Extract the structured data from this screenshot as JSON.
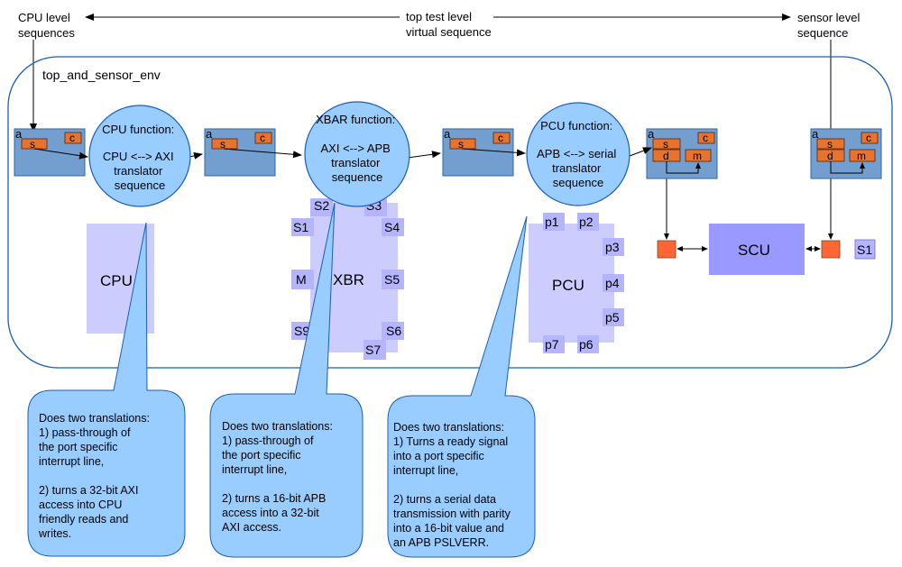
{
  "header": {
    "cpu_level": [
      "CPU level",
      "sequences"
    ],
    "top_level": [
      "top test level",
      "virtual  sequence"
    ],
    "sensor_level": [
      "sensor level",
      "sequence"
    ]
  },
  "env_label": "top_and_sensor_env",
  "agent_labels": {
    "a": "a",
    "s": "s",
    "c": "c",
    "d": "d",
    "m": "m"
  },
  "functions": {
    "cpu": [
      "CPU function:",
      "",
      "CPU <--> AXI",
      "translator",
      "sequence"
    ],
    "xbar": [
      "XBAR function:",
      "",
      "AXI <--> APB",
      "translator",
      "sequence"
    ],
    "pcu": [
      "PCU function:",
      "",
      "APB <--> serial",
      "translator",
      "sequence"
    ]
  },
  "blocks": {
    "cpu": "CPU",
    "xbr": "XBR",
    "pcu": "PCU",
    "scu": "SCU",
    "scu_port": "S1"
  },
  "xbr_ports": {
    "s1": "S1",
    "s2": "S2",
    "s3": "S3",
    "s4": "S4",
    "s5": "S5",
    "s6": "S6",
    "s7": "S7",
    "s9": "S9",
    "m": "M"
  },
  "pcu_ports": {
    "p1": "p1",
    "p2": "p2",
    "p3": "p3",
    "p4": "p4",
    "p5": "p5",
    "p6": "p6",
    "p7": "p7"
  },
  "callouts": {
    "cpu": [
      "Does two translations:",
      "1) pass-through of",
      "the  port specific",
      "interrupt line,",
      "",
      "2) turns a 32-bit AXI",
      "access into CPU",
      "friendly reads and",
      "writes."
    ],
    "xbar": [
      "Does two translations:",
      "1) pass-through of",
      "the  port specific",
      "interrupt line,",
      "",
      "2) turns a 16-bit APB",
      "access into a 32-bit",
      "AXI access."
    ],
    "pcu": [
      "Does two translations:",
      "1) Turns a ready signal",
      "into a port specific",
      "interrupt line,",
      "",
      "2) turns a serial data",
      "transmission with parity",
      "into a 16-bit value and",
      "an APB PSLVERR."
    ]
  },
  "colors": {
    "agent": "#729fcf",
    "agent_border": "#3465a4",
    "sub": "#e8732f",
    "bubble": "#99ccff",
    "bubble_border": "#1a5fb4",
    "block": "#ccccff",
    "port": "#b4b4ff",
    "scu": "#9999ff",
    "orange": "#ff6633"
  }
}
